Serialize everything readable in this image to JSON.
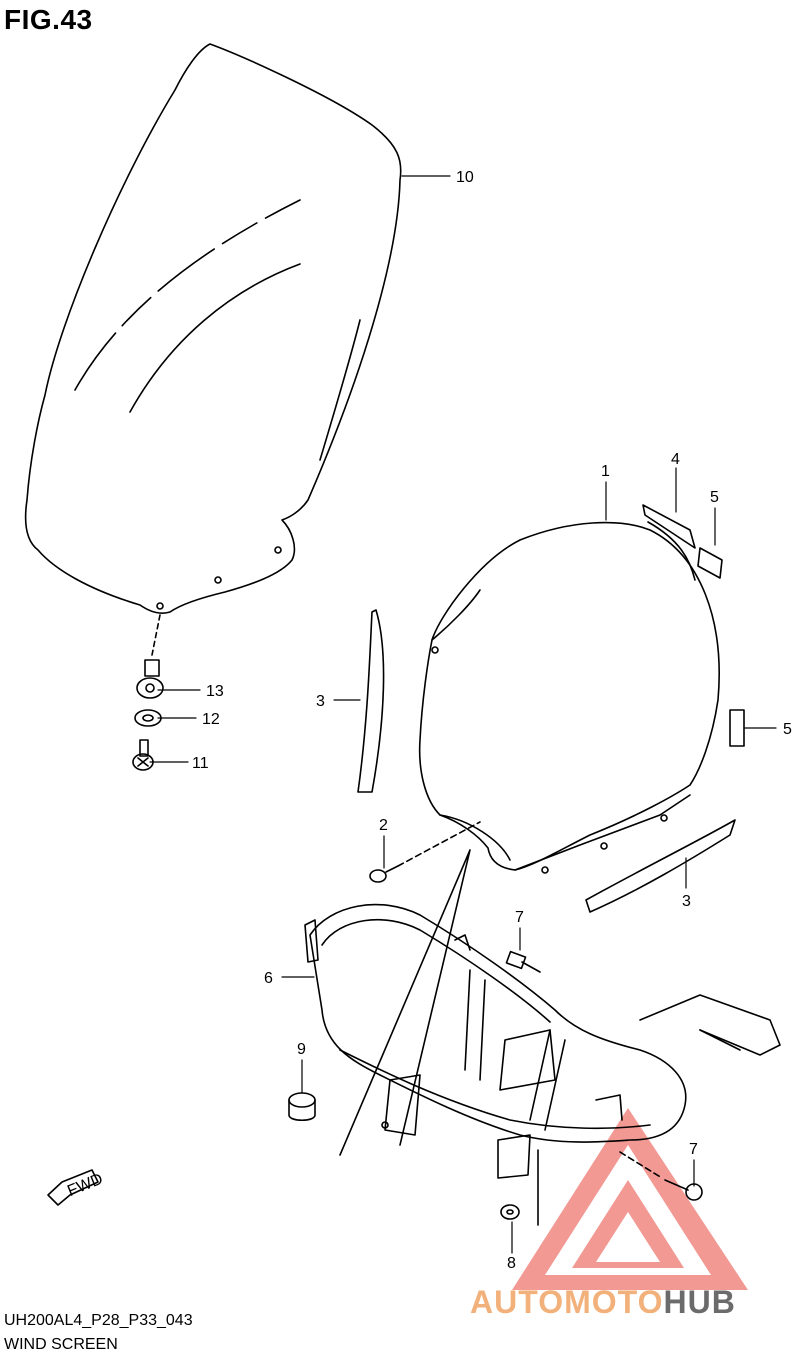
{
  "figure": {
    "title": "FIG.43"
  },
  "caption": {
    "code": "UH200AL4_P28_P33_043",
    "name": "WIND SCREEN"
  },
  "fwd_label": "FWD",
  "watermark": {
    "part1": "AUTO",
    "part2": "MOTO",
    "part3": "HUB",
    "color_auto": "#f2b07a",
    "color_hub": "#6b6b6b",
    "logo_color": "#e8453c"
  },
  "callouts": [
    {
      "id": "c10",
      "num": "10"
    },
    {
      "id": "c13",
      "num": "13"
    },
    {
      "id": "c12",
      "num": "12"
    },
    {
      "id": "c11",
      "num": "11"
    },
    {
      "id": "c1",
      "num": "1"
    },
    {
      "id": "c4",
      "num": "4"
    },
    {
      "id": "c5a",
      "num": "5"
    },
    {
      "id": "c5b",
      "num": "5"
    },
    {
      "id": "c3a",
      "num": "3"
    },
    {
      "id": "c3b",
      "num": "3"
    },
    {
      "id": "c2",
      "num": "2"
    },
    {
      "id": "c7a",
      "num": "7"
    },
    {
      "id": "c6",
      "num": "6"
    },
    {
      "id": "c9",
      "num": "9"
    },
    {
      "id": "c7b",
      "num": "7"
    },
    {
      "id": "c8",
      "num": "8"
    }
  ]
}
